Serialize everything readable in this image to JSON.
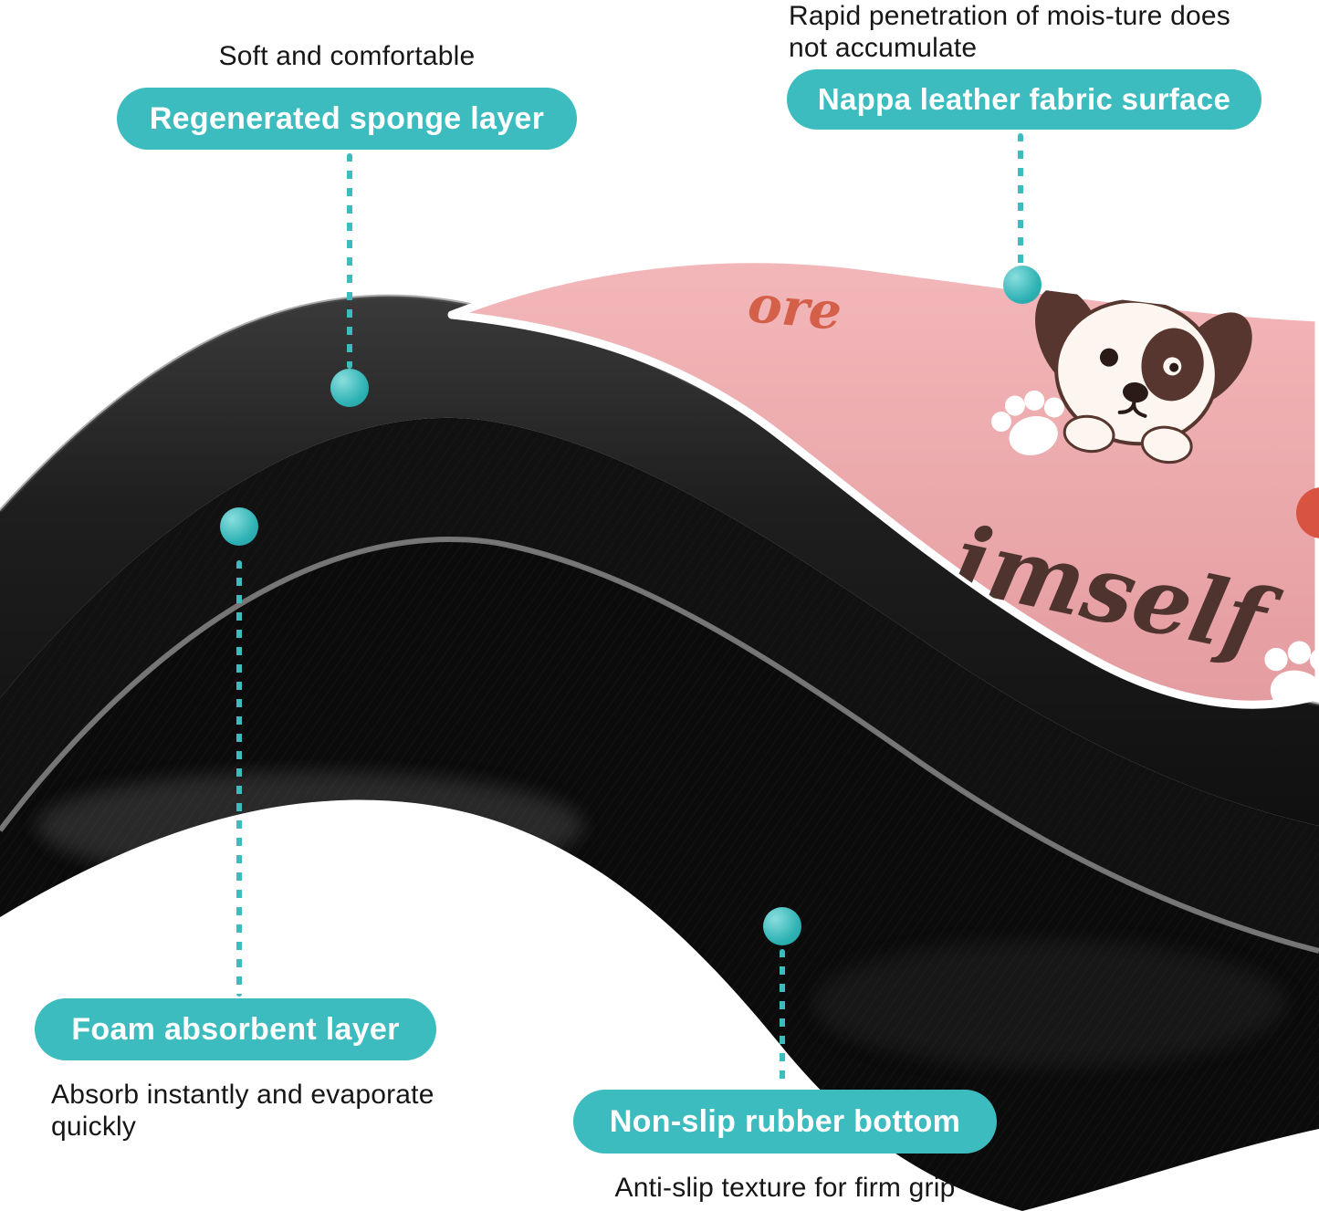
{
  "colors": {
    "accent_teal": "#3cbcbe",
    "pill_text": "#ffffff",
    "note_text": "#161616",
    "mat_pink": "#eba9ad",
    "mat_black": "#141414",
    "print_orange": "#d4604a",
    "print_brown": "#4e332e"
  },
  "callouts": {
    "sponge": {
      "note": "Soft and comfortable",
      "label": "Regenerated sponge layer"
    },
    "nappa": {
      "note_line1": "Rapid penetration of mois-ture does",
      "note_line2": "not accumulate",
      "label": "Nappa leather fabric surface"
    },
    "foam": {
      "label": "Foam absorbent layer",
      "note_line1": "Absorb instantly and evaporate",
      "note_line2": "quickly"
    },
    "rubber": {
      "label": "Non-slip rubber bottom",
      "note": "Anti-slip texture for firm grip"
    }
  },
  "mat_print": {
    "fragment_top": "ore",
    "fragment_bottom": "imself"
  }
}
